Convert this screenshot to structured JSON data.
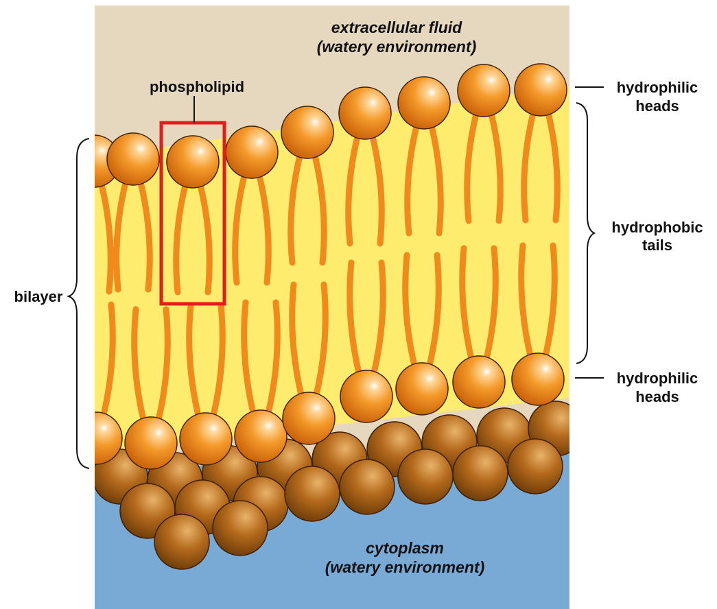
{
  "diagram": {
    "top_environment": {
      "line1": "extracellular fluid",
      "line2": "(watery environment)"
    },
    "bottom_environment": {
      "line1": "cytoplasm",
      "line2": "(watery environment)"
    },
    "phospholipid_label": "phospholipid",
    "bilayer_label": "bilayer",
    "hydrophilic_heads_top": {
      "line1": "hydrophilic",
      "line2": "heads"
    },
    "hydrophobic_tails": {
      "line1": "hydrophobic",
      "line2": "tails"
    },
    "hydrophilic_heads_bottom": {
      "line1": "hydrophilic",
      "line2": "heads"
    }
  },
  "colors": {
    "extracellular": "#e6d8bf",
    "membrane_interior": "#fdec6e",
    "tail": "#f08a1c",
    "head": "#f28a1a",
    "head_back": "#b86a16",
    "cytoplasm": "#79aad6",
    "highlight_box": "#e01e1e"
  }
}
